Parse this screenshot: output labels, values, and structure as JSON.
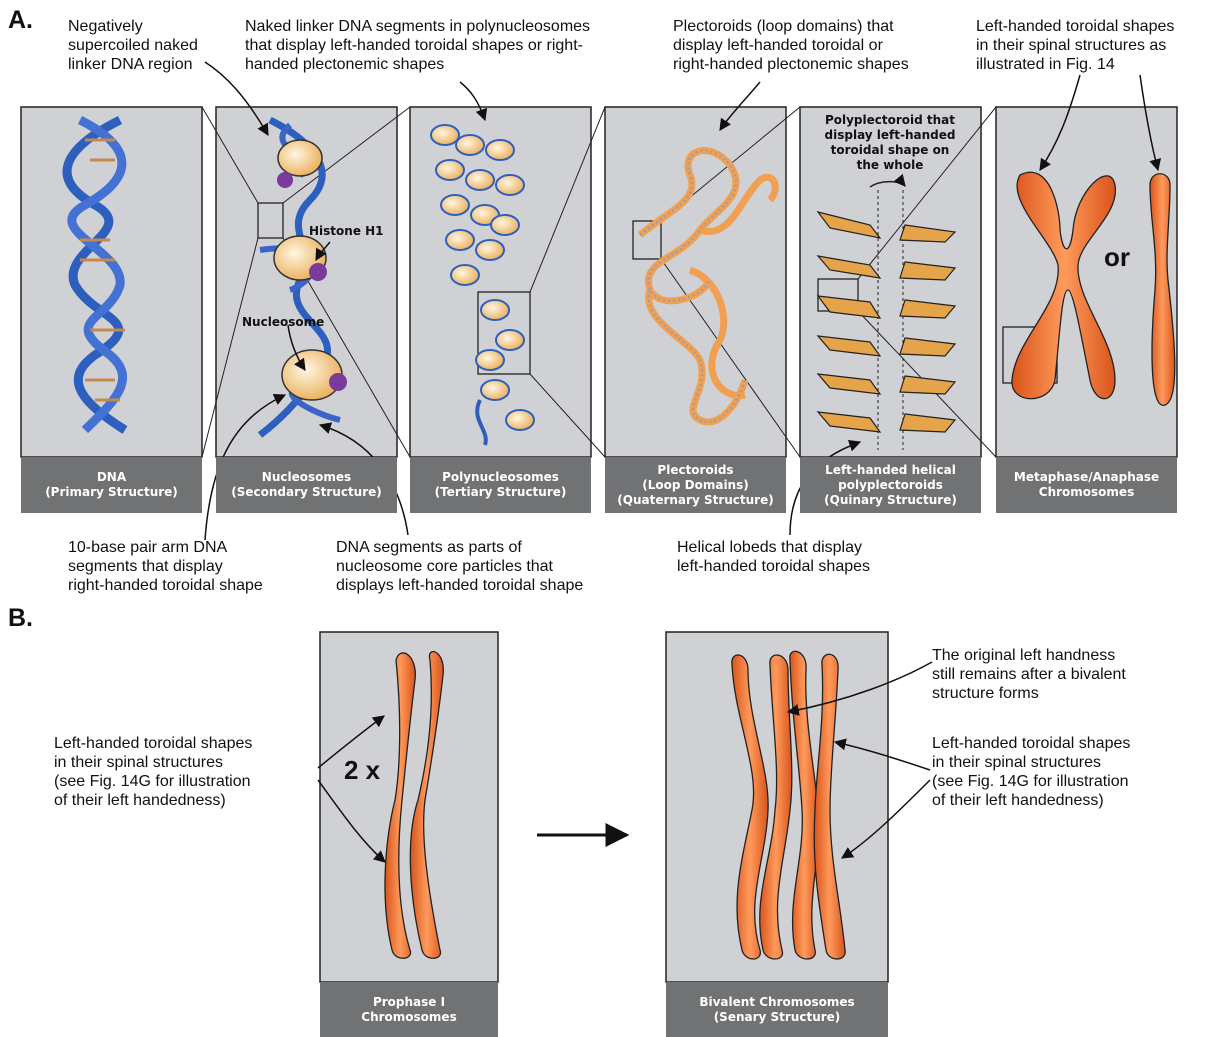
{
  "section_a": "A.",
  "section_b": "B.",
  "panels": [
    {
      "label": "DNA\n(Primary Structure)"
    },
    {
      "label": "Nucleosomes\n(Secondary Structure)"
    },
    {
      "label": "Polynucleosomes\n(Tertiary Structure)"
    },
    {
      "label": "Plectoroids\n(Loop Domains)\n(Quaternary Structure)"
    },
    {
      "label": "Left-handed helical\npolyplectoroids\n(Quinary Structure)"
    },
    {
      "label": "Metaphase/Anaphase\nChromosomes"
    }
  ],
  "panels_b": [
    {
      "label": "Prophase I\nChromosomes"
    },
    {
      "label": "Bivalent Chromosomes\n(Senary Structure)"
    }
  ],
  "top_notes": {
    "negatively": "Negatively\nsupercoiled naked\nlinker DNA region",
    "naked_linker": "Naked linker DNA segments in polynucleosomes\nthat display left-handed toroidal shapes or right-\nhanded plectonemic shapes",
    "plectoroids": "Plectoroids (loop domains) that\ndisplay left-handed toroidal or\nright-handed plectonemic shapes",
    "left_spinal": "Left-handed toroidal shapes\nin their spinal structures as\nillustrated in Fig. 14"
  },
  "bottom_notes": {
    "ten_base": "10-base pair arm DNA\nsegments that display\nright-handed toroidal shape",
    "core": "DNA segments as parts of\nnucleosome core particles that\ndisplays left-handed toroidal shape",
    "lobes": "Helical lobeds that display\nleft-handed toroidal shapes"
  },
  "inner_labels": {
    "histone": "Histone H1",
    "nucleosome": "Nucleosome",
    "polyplectoroid": "Polyplectoroid that\ndisplay left-handed\ntoroidal shape on\nthe whole",
    "or": "or",
    "two_x": "2 x"
  },
  "b_notes": {
    "left_text": "Left-handed toroidal shapes\nin their spinal structures\n(see Fig. 14G for illustration\nof their left handedness)",
    "right_text": "Left-handed toroidal shapes\nin their spinal structures\n(see Fig. 14G for illustration\nof their left handedness)",
    "original": "The original left handness\nstill remains after a bivalent\nstructure forms"
  },
  "colors": {
    "panel_bg": "#cfd1d4",
    "label_bg": "#707274",
    "dna_blue": "#2d5fbf",
    "chromosome": "#f47a35",
    "nucleosome_core": "#f2c27c"
  }
}
